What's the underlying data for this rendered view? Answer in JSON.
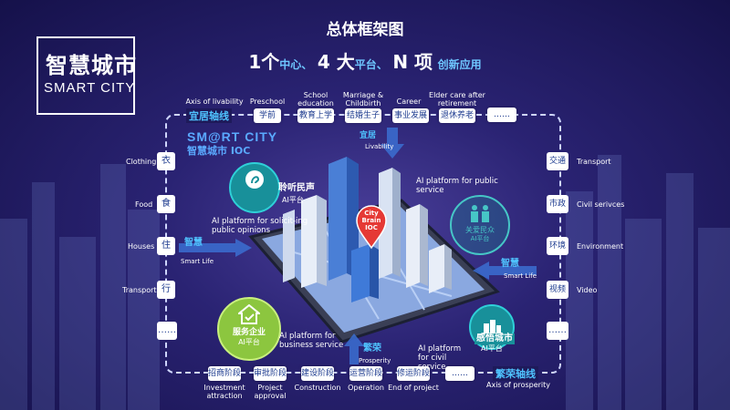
{
  "logo": {
    "cn": "智慧城市",
    "en": "SMART CITY"
  },
  "header": {
    "title": "总体框架图",
    "subtitle_parts": [
      {
        "text": "1个",
        "style": "big"
      },
      {
        "text": "中心、",
        "style": "sm"
      },
      {
        "text": "4 大",
        "style": "big"
      },
      {
        "text": "平台、",
        "style": "sm"
      },
      {
        "text": "N 项",
        "style": "big"
      },
      {
        "text": "创新应用",
        "style": "sm"
      }
    ]
  },
  "top_axis": {
    "tag": "宜居轴线",
    "label": "Axis of livability",
    "items": [
      {
        "cn": "学前",
        "en": "Preschool"
      },
      {
        "cn": "教育上学",
        "en": "School education"
      },
      {
        "cn": "结婚生子",
        "en": "Marriage & Childbirth"
      },
      {
        "cn": "事业发展",
        "en": "Career"
      },
      {
        "cn": "退休养老",
        "en": "Elder care after retirement"
      },
      {
        "cn": "……",
        "en": ""
      }
    ]
  },
  "bottom_axis": {
    "tag": "繁荣轴线",
    "label": "Axis of prosperity",
    "items": [
      {
        "cn": "招商阶段",
        "en": "Investment attraction"
      },
      {
        "cn": "审批阶段",
        "en": "Project approval"
      },
      {
        "cn": "建设阶段",
        "en": "Construction"
      },
      {
        "cn": "运营阶段",
        "en": "Operation"
      },
      {
        "cn": "修运阶段",
        "en": "End of project"
      },
      {
        "cn": "……",
        "en": ""
      }
    ]
  },
  "left_axis": [
    {
      "cn": "衣",
      "en": "Clothing"
    },
    {
      "cn": "食",
      "en": "Food"
    },
    {
      "cn": "住",
      "en": "Houses"
    },
    {
      "cn": "行",
      "en": "Transport"
    },
    {
      "cn": "……",
      "en": ""
    }
  ],
  "right_axis": [
    {
      "cn": "交通",
      "en": "Transport"
    },
    {
      "cn": "市政",
      "en": "Civil serivces"
    },
    {
      "cn": "环境",
      "en": "Environment"
    },
    {
      "cn": "视频",
      "en": "Video"
    },
    {
      "cn": "……",
      "en": ""
    }
  ],
  "ioc": {
    "line1": "SM@RT CITY",
    "line2": "智慧城市 IOC"
  },
  "center_pin": {
    "l1": "City",
    "l2": "Brain",
    "l3": "IOC"
  },
  "arrows": {
    "livability": {
      "cn": "宜居",
      "en": "Livability"
    },
    "smart_left": {
      "cn": "智慧",
      "en": "Smart Life"
    },
    "smart_right": {
      "cn": "智慧",
      "en": "Smart Life"
    },
    "prosperity": {
      "cn": "繁荣",
      "en": "Prosperity"
    }
  },
  "platforms": {
    "opinions": {
      "cn": "聆听民声",
      "ai": "AI平台",
      "en": "AI platform for solicit-ing public opinions"
    },
    "public": {
      "cn": "关爱民众",
      "ai": "AI平台",
      "en": "AI platform for public service"
    },
    "business": {
      "cn": "服务企业",
      "ai": "AI平台",
      "en": "AI platform for business service"
    },
    "civil": {
      "cn": "感悟城市",
      "ai": "AI平台",
      "en": "AI platform for civil service"
    }
  },
  "colors": {
    "accent_blue": "#4fc3ff",
    "green": "#8cc63f",
    "teal": "#1aa3a3",
    "pin_red": "#e53935"
  }
}
